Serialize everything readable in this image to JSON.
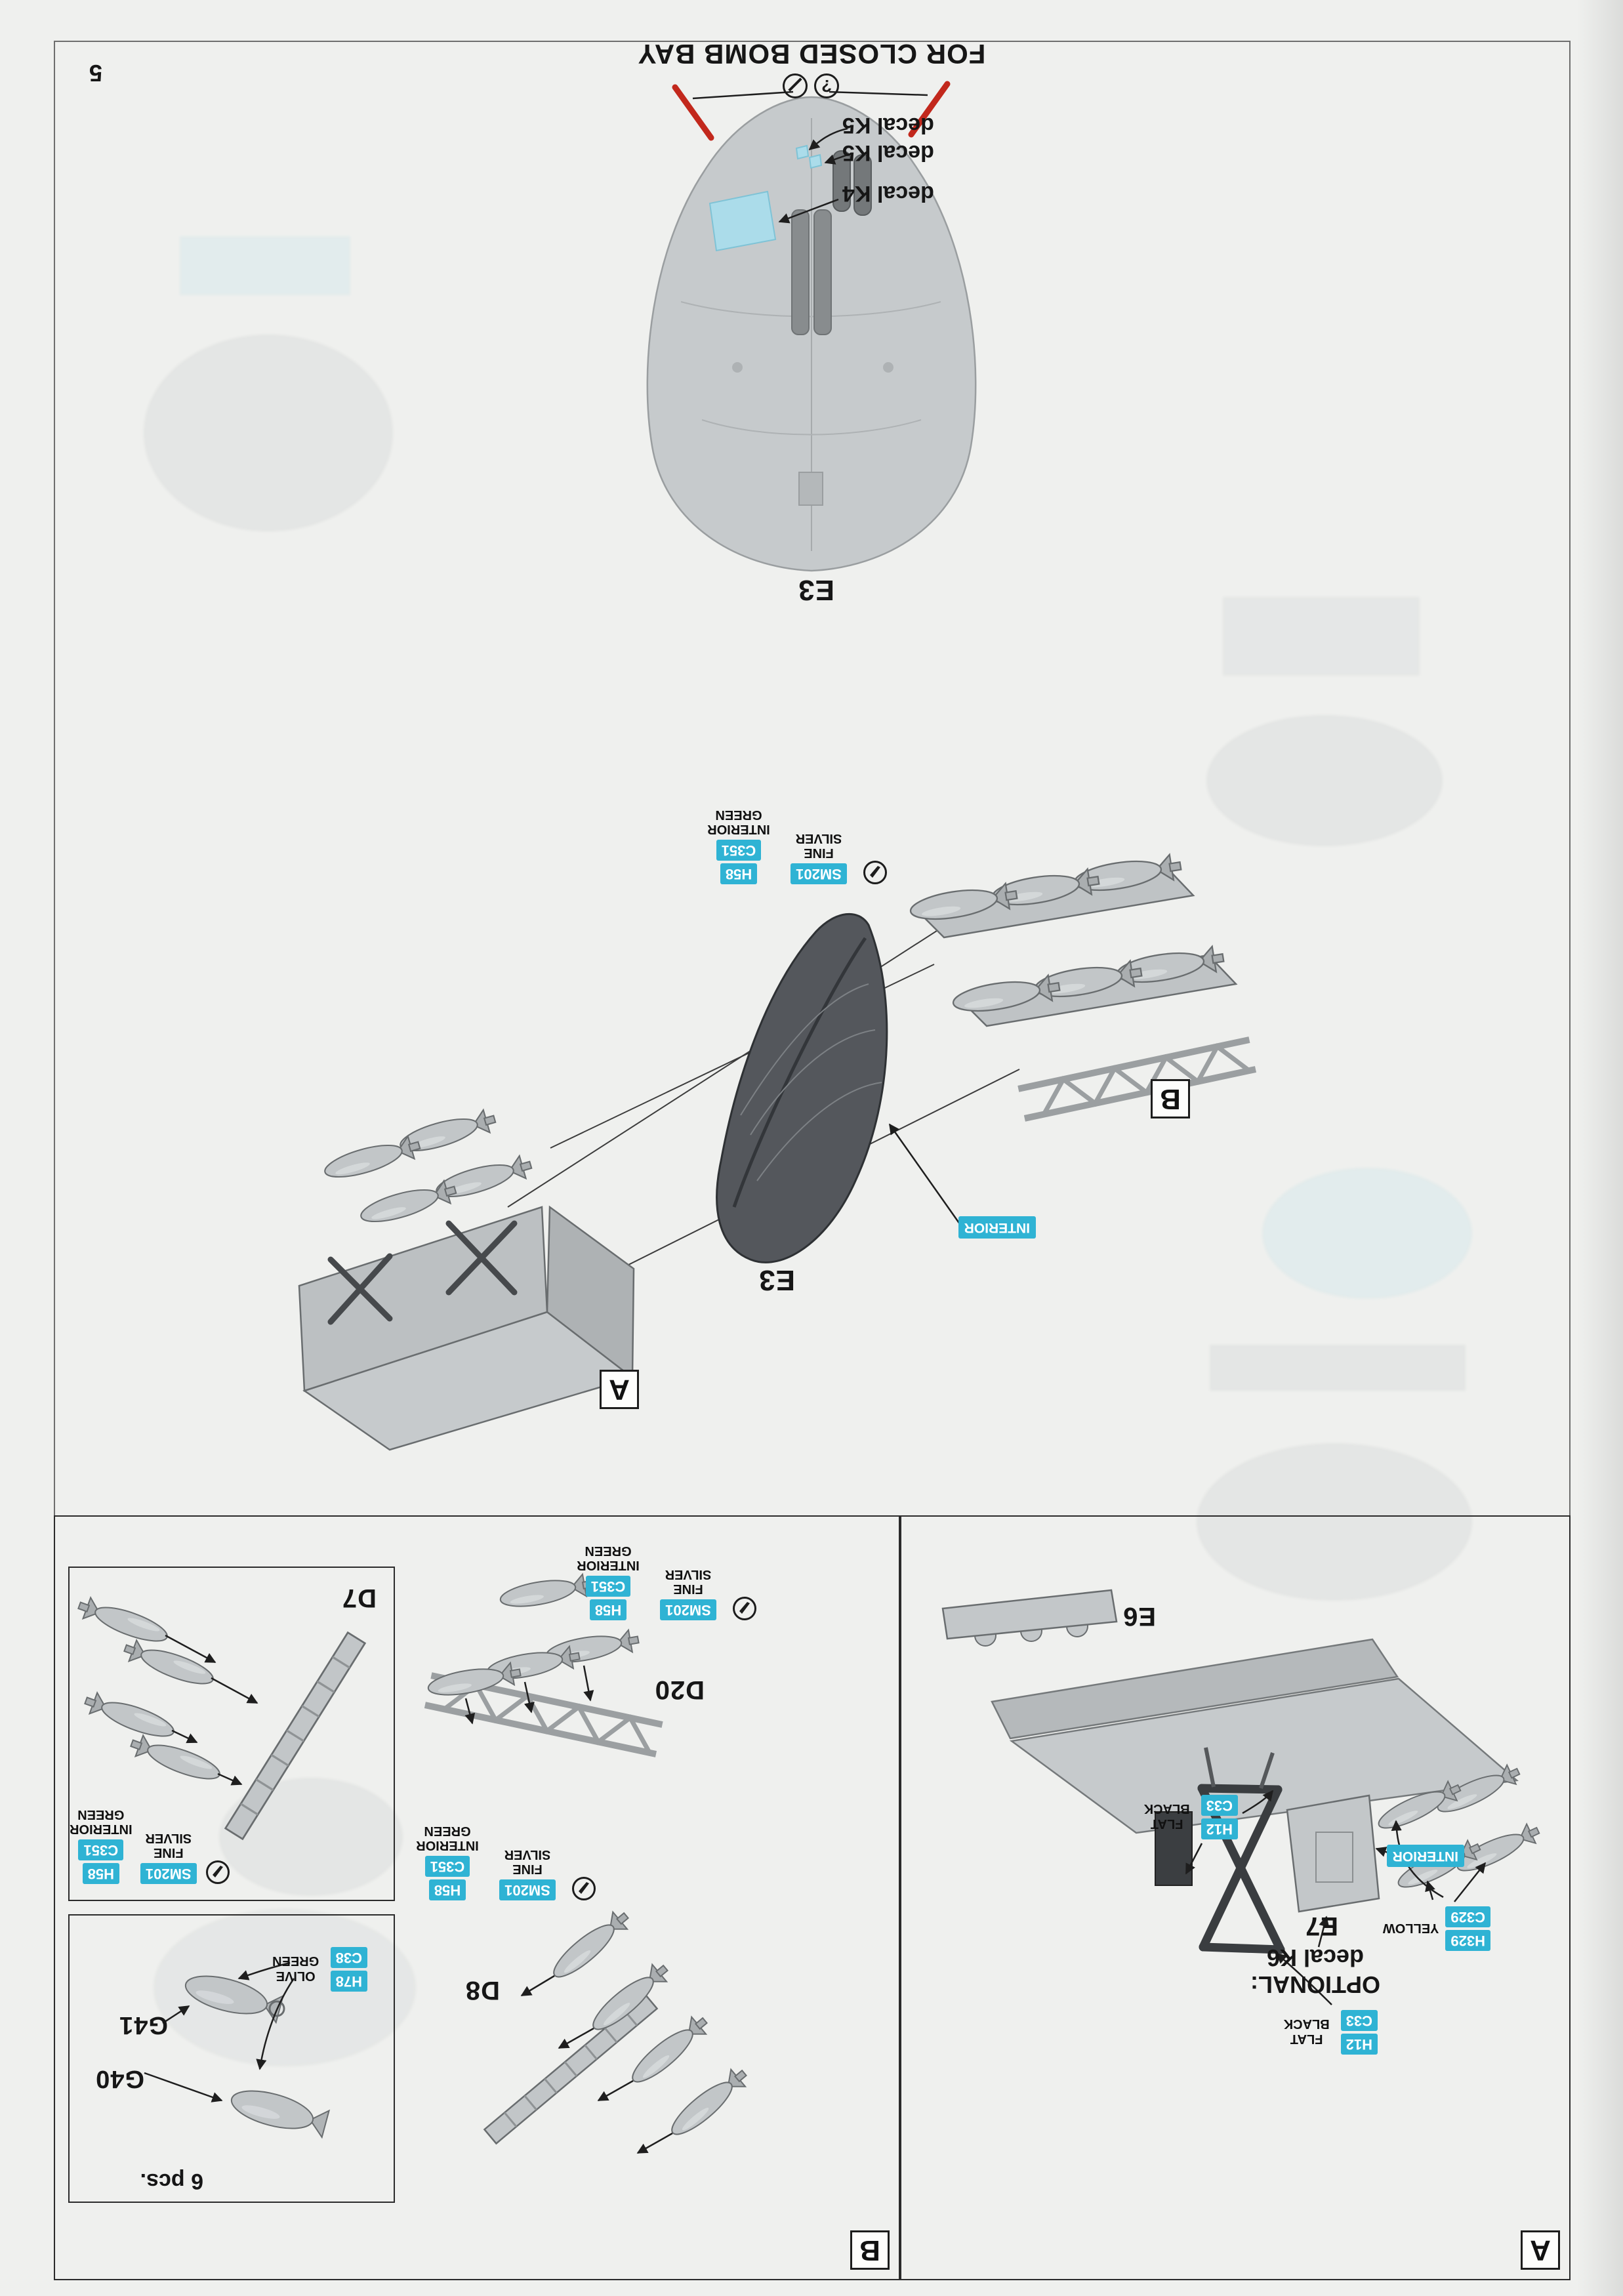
{
  "page": {
    "number": "5"
  },
  "paints": {
    "fine_silver": {
      "code1": "SM201",
      "name": "FINE SILVER"
    },
    "interior_green": {
      "code1": "H58",
      "code2": "C351",
      "name": "INTERIOR GREEN"
    },
    "flat_black": {
      "code1": "H12",
      "code2": "C33",
      "name": "FLAT BLACK"
    },
    "yellow": {
      "code1": "H329",
      "code2": "C329",
      "name": "YELLOW"
    },
    "olive_green": {
      "code1": "H78",
      "code2": "C38",
      "name": "OLIVE GREEN"
    },
    "interior_ref": "INTERIOR"
  },
  "sections": {
    "a": {
      "letter": "A",
      "part_e6": "E6",
      "part_e7": "E7",
      "optional_line1": "OPTIONAL:",
      "optional_line2": "decal K6"
    },
    "b": {
      "letter": "B",
      "part_d7": "D7",
      "part_d8": "D8",
      "part_d20": "D20",
      "part_g40": "G40",
      "part_g41": "G41",
      "quantity": "6 pcs."
    }
  },
  "main_assembly": {
    "part_e3": "E3",
    "letter_a": "A",
    "letter_b": "B"
  },
  "closed_bay": {
    "title": "FOR CLOSED BOMB BAY",
    "part_e3": "E3",
    "decal_k4": "decal K4",
    "decal_k5_a": "decal K5",
    "decal_k5_b": "decal K5"
  }
}
